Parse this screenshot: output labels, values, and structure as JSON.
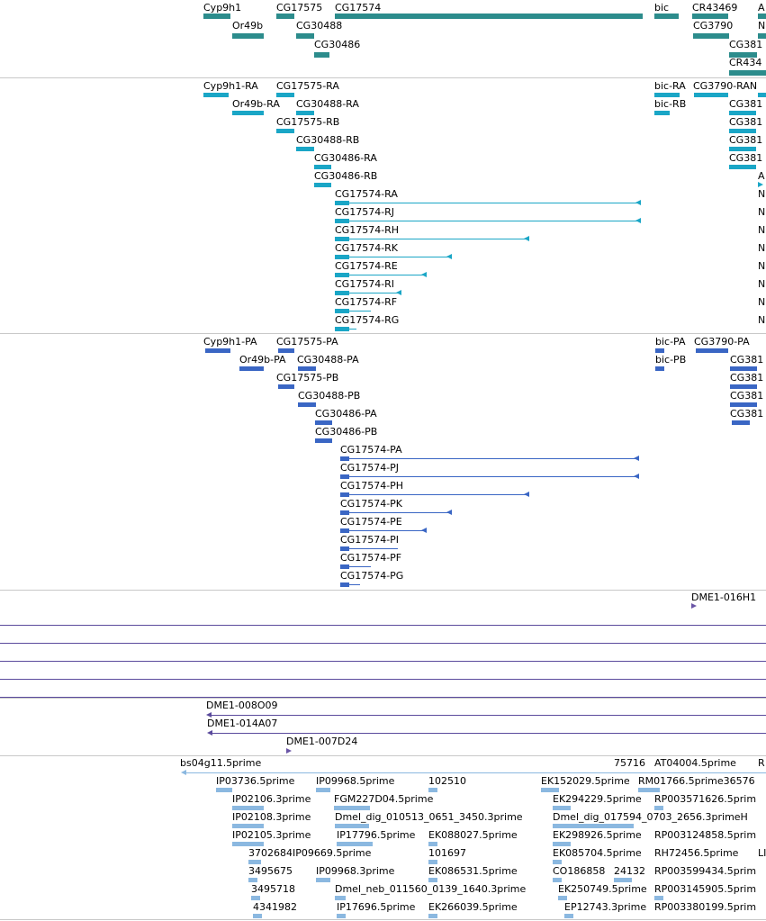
{
  "colors": {
    "gene": "#2c8c8c",
    "transcript": "#1aa6c6",
    "protein": "#3a66c4",
    "clone": "#5a4a9c",
    "est": "#8bb8e0",
    "separator": "#c8c8c8"
  },
  "gene_track": {
    "labels": [
      "Cyp9h1",
      "CG17575",
      "CG17574",
      "bic",
      "CR43469",
      "A",
      "Or49b",
      "CG30488",
      "CG3790",
      "N",
      "CG30486",
      "CG381",
      "CR434"
    ]
  },
  "transcript_track": {
    "labels": [
      "Cyp9h1-RA",
      "CG17575-RA",
      "bic-RA",
      "CG3790-RAN",
      "Or49b-RA",
      "CG30488-RA",
      "bic-RB",
      "CG381",
      "CG17575-RB",
      "CG381",
      "CG30488-RB",
      "CG381",
      "CG30486-RA",
      "CG381",
      "CG30486-RB",
      "A",
      "CG17574-RA",
      "N",
      "CG17574-RJ",
      "N",
      "CG17574-RH",
      "N",
      "CG17574-RK",
      "N",
      "CG17574-RE",
      "N",
      "CG17574-RI",
      "N",
      "CG17574-RF",
      "N",
      "CG17574-RG",
      "N"
    ]
  },
  "protein_track": {
    "labels": [
      "Cyp9h1-PA",
      "CG17575-PA",
      "bic-PA",
      "CG3790-PA",
      "Or49b-PA",
      "CG30488-PA",
      "bic-PB",
      "CG381",
      "CG17575-PB",
      "CG381",
      "CG30488-PB",
      "CG381",
      "CG30486-PA",
      "CG381",
      "CG30486-PB",
      "CG17574-PA",
      "CG17574-PJ",
      "CG17574-PH",
      "CG17574-PK",
      "CG17574-PE",
      "CG17574-PI",
      "CG17574-PF",
      "CG17574-PG"
    ]
  },
  "clone_track_1": {
    "labels": [
      "DME1-016H1"
    ]
  },
  "clone_track_2": {
    "labels": [
      "DME1-008O09",
      "DME1-014A07",
      "DME1-007D24"
    ]
  },
  "est_track": {
    "labels": [
      "bs04g11.5prime",
      "75716",
      "AT04004.5prime",
      "R",
      "IP03736.5prime",
      "IP09968.5prime",
      "102510",
      "EK152029.5prime",
      "RM01766.5prime36576",
      "IP02106.3prime",
      "FGM227D04.5prime",
      "EK294229.5prime",
      "RP003571626.5prim",
      "IP02108.3prime",
      "Dmel_dig_010513_0651_3450.3prime",
      "Dmel_dig_017594_0703_2656.3primeH",
      "IP02105.3prime",
      "IP17796.5prime",
      "EK088027.5prime",
      "EK298926.5prime",
      "RP003124858.5prim",
      "3702684IP09669.5prime",
      "101697",
      "EK085704.5prime",
      "RH72456.5prime",
      "LI",
      "3495675",
      "IP09968.3prime",
      "EK086531.5prime",
      "CO186858",
      "24132",
      "RP003599434.5prim",
      "3495718",
      "Dmel_neb_011560_0139_1640.3prime",
      "EK250749.5prime",
      "RP003145905.5prim",
      "4341982",
      "IP17696.5prime",
      "EK266039.5prime",
      "EP12743.3prime",
      "RP003380199.5prim"
    ]
  }
}
